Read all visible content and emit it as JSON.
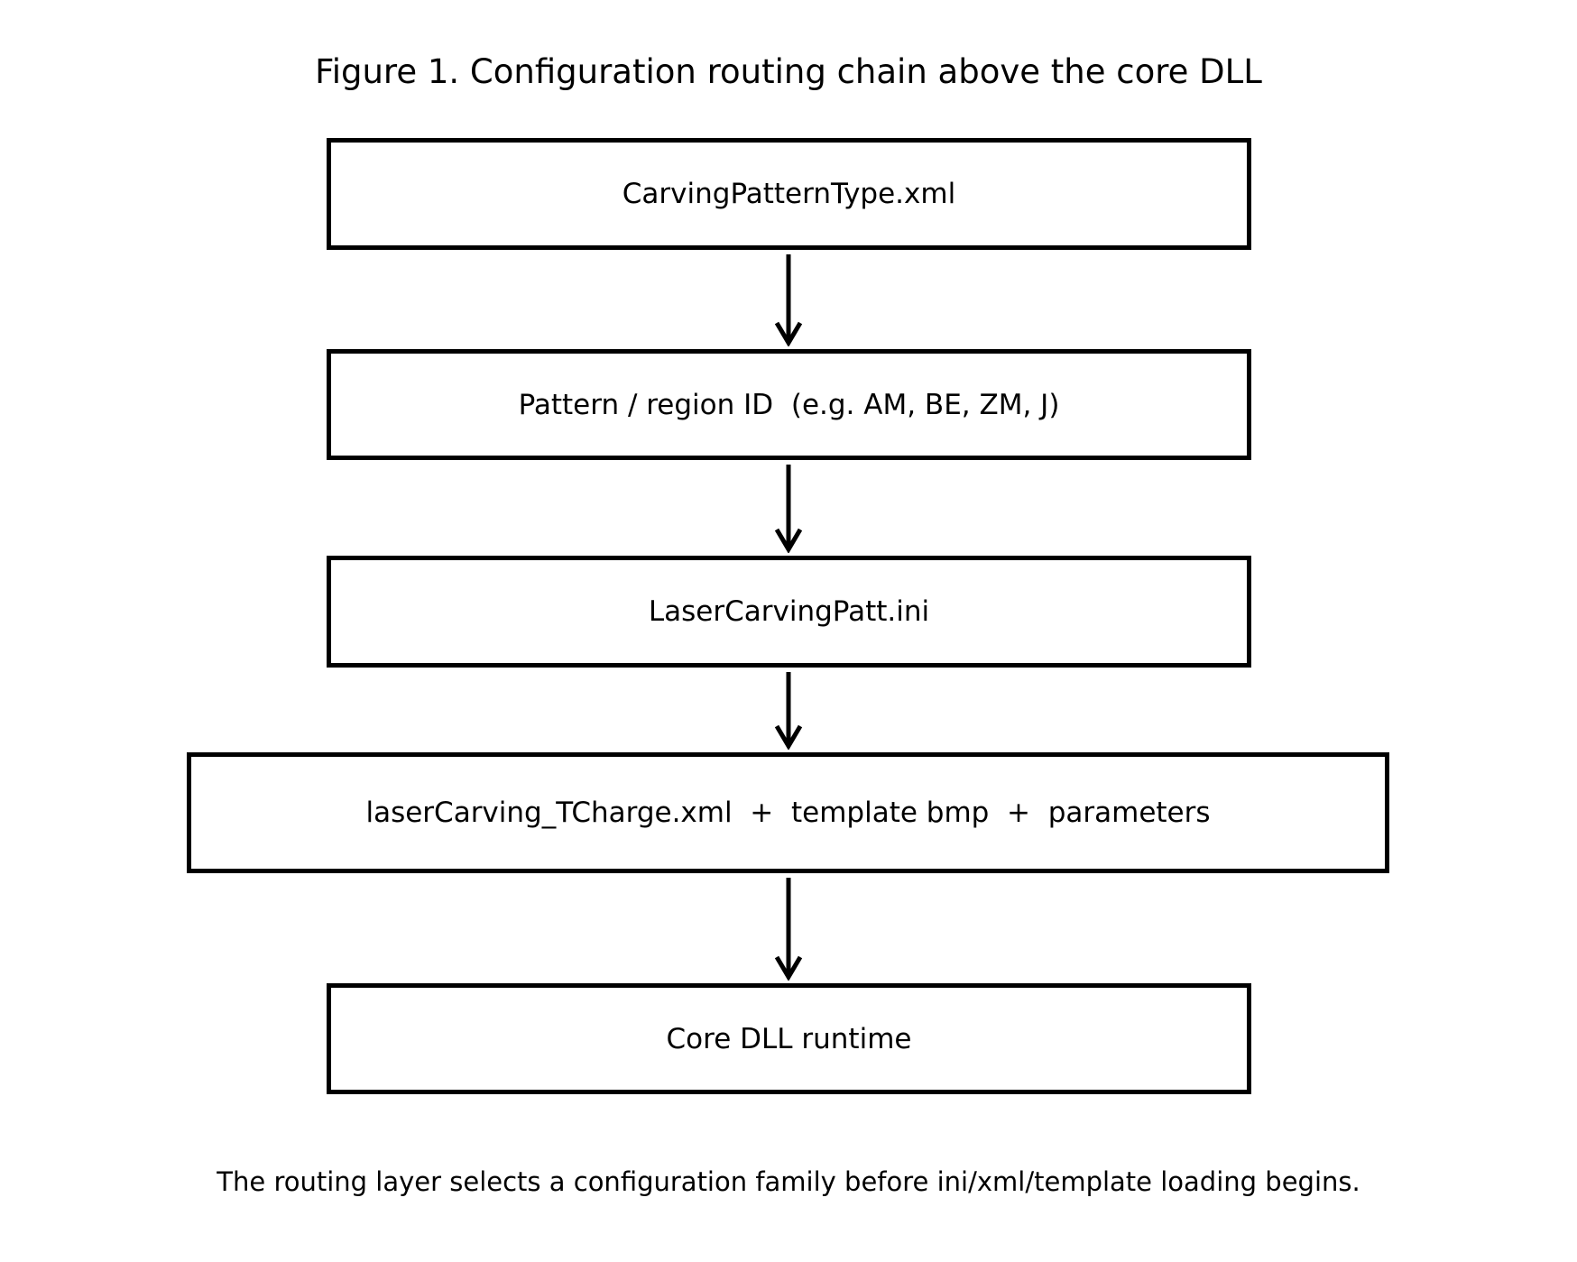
{
  "figure": {
    "title": "Figure 1. Configuration routing chain above the core DLL",
    "caption": "The routing layer selects a configuration family before ini/xml/template loading begins.",
    "boxes": [
      {
        "id": "carving-pattern-type-xml",
        "label": "CarvingPatternType.xml"
      },
      {
        "id": "pattern-region-id",
        "label": "Pattern / region ID  (e.g. AM, BE, ZM, J)"
      },
      {
        "id": "laser-carving-patt-ini",
        "label": "LaserCarvingPatt.ini"
      },
      {
        "id": "laser-carving-tcharge",
        "label": "laserCarving_TCharge.xml  +  template bmp  +  parameters"
      },
      {
        "id": "core-dll-runtime",
        "label": "Core DLL runtime"
      }
    ],
    "connections": [
      {
        "from": 0,
        "to": 1,
        "style": "arrow-down"
      },
      {
        "from": 1,
        "to": 2,
        "style": "arrow-down"
      },
      {
        "from": 2,
        "to": 3,
        "style": "arrow-down"
      },
      {
        "from": 3,
        "to": 4,
        "style": "arrow-down"
      }
    ],
    "colors": {
      "background": "#ffffff",
      "stroke": "#000000",
      "text": "#000000"
    }
  }
}
